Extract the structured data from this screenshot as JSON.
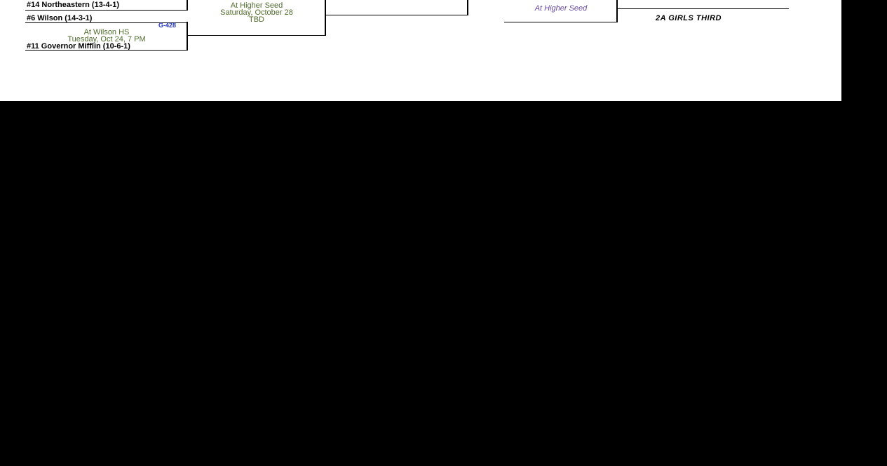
{
  "game_428": {
    "top_team_cut": "#14 Northeastern (13-4-1)",
    "top_team": "#6 Wilson (14-3-1)",
    "game_no": "G-428",
    "venue": "At Wilson HS",
    "datetime": "Tuesday, Oct 24, 7 PM",
    "bottom_team": "#11 Governor Mifflin (10-6-1)"
  },
  "game_middle": {
    "venue": "At Higher Seed",
    "date": "Saturday, October 28",
    "time": "TBD"
  },
  "game_right": {
    "venue": "At Higher Seed",
    "label": "2A GIRLS THIRD"
  },
  "colors": {
    "venue_green": "#4f6b2c",
    "venue_purple": "#6a4aa2",
    "game_no_blue": "#2233bb",
    "background": "#000000"
  }
}
